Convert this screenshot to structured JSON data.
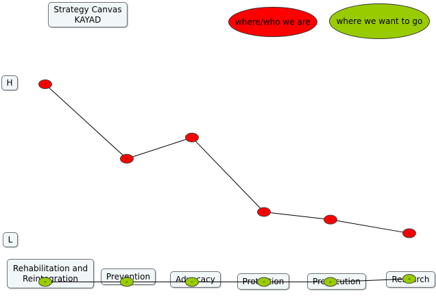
{
  "title": {
    "line1": "Strategy Canvas",
    "line2": "KAYAD"
  },
  "legend": {
    "current": {
      "label": "where/who we are",
      "color": "#ff0000"
    },
    "target": {
      "label": "where we want to go",
      "color": "#99cc00"
    }
  },
  "axis": {
    "high": "H",
    "low": "L"
  },
  "chart_data": {
    "type": "line",
    "categories": [
      "Rehabilitation and Reintegration",
      "Prevention",
      "Advocacy",
      "Protection",
      "Prosecution",
      "Research"
    ],
    "series": [
      {
        "name": "where/who we are",
        "color": "#ff0000",
        "values": [
          1.0,
          0.51,
          0.65,
          0.16,
          0.11,
          0.02
        ]
      },
      {
        "name": "where we want to go",
        "color": "#99cc00",
        "values": [
          -0.3,
          -0.3,
          -0.3,
          -0.3,
          -0.3,
          -0.28
        ]
      }
    ],
    "ylim_labels": [
      "L",
      "H"
    ]
  }
}
